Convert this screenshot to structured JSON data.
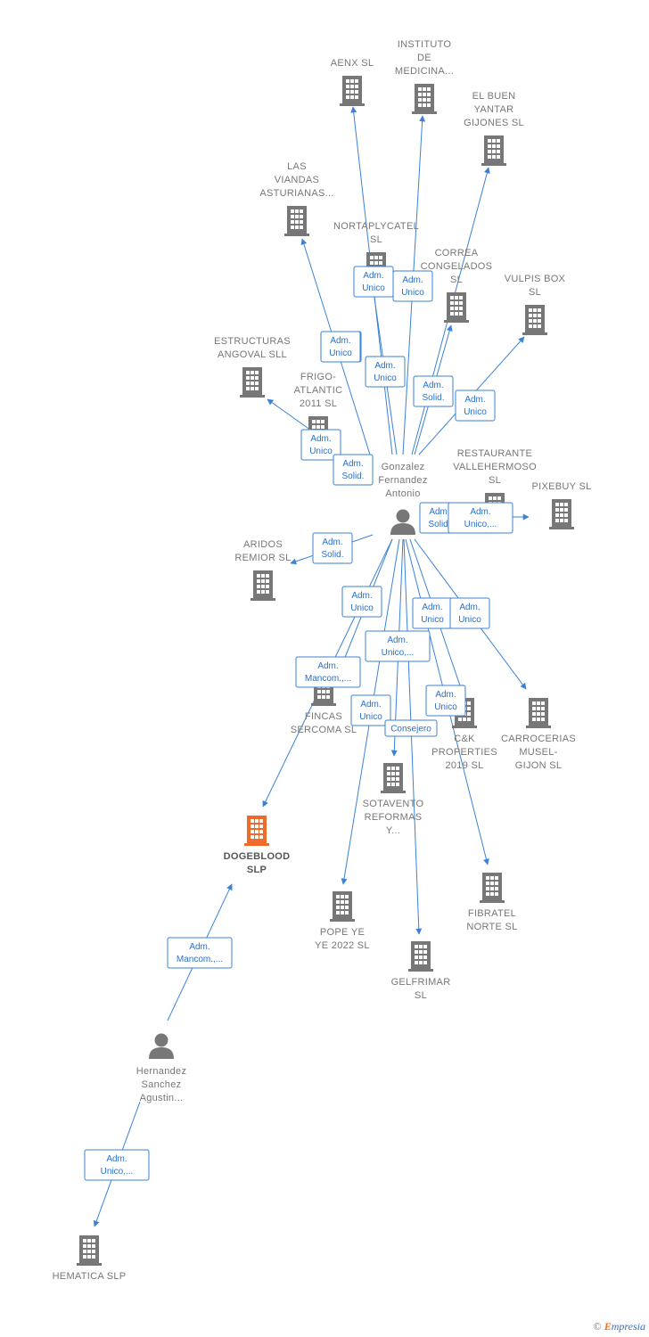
{
  "colors": {
    "edge": "#3b82d6",
    "company": "#777777",
    "highlight": "#f06a2a",
    "person": "#777777"
  },
  "footer": {
    "copyright": "©",
    "brand_e": "E",
    "brand": "mpresia"
  },
  "nodes": [
    {
      "id": "aenx",
      "type": "company",
      "label": [
        "AENX  SL"
      ]
    },
    {
      "id": "instituto",
      "type": "company",
      "label": [
        "INSTITUTO",
        "DE",
        "MEDICINA..."
      ]
    },
    {
      "id": "buenyantar",
      "type": "company",
      "label": [
        "EL BUEN",
        "YANTAR",
        "GIJONES  SL"
      ]
    },
    {
      "id": "viandas",
      "type": "company",
      "label": [
        "LAS",
        "VIANDAS",
        "ASTURIANAS..."
      ]
    },
    {
      "id": "nortaply",
      "type": "company",
      "label": [
        "NORTAPLYCATEL",
        "SL"
      ]
    },
    {
      "id": "correa",
      "type": "company",
      "label": [
        "CORREA",
        "CONGELADOS",
        "SL"
      ]
    },
    {
      "id": "vulpis",
      "type": "company",
      "label": [
        "VULPIS BOX",
        "SL"
      ]
    },
    {
      "id": "estructuras",
      "type": "company",
      "label": [
        "ESTRUCTURAS",
        "ANGOVAL SLL"
      ]
    },
    {
      "id": "frigo",
      "type": "company",
      "label": [
        "FRIGO-",
        "ATLANTIC",
        "2011 SL"
      ]
    },
    {
      "id": "gonzalez",
      "type": "person",
      "label": [
        "Gonzalez",
        "Fernandez",
        "Antonio"
      ]
    },
    {
      "id": "restaurante",
      "type": "company",
      "label": [
        "RESTAURANTE",
        "VALLEHERMOSO",
        "SL"
      ]
    },
    {
      "id": "pixebuy",
      "type": "company",
      "label": [
        "PIXEBUY  SL"
      ]
    },
    {
      "id": "aridos",
      "type": "company",
      "label": [
        "ARIDOS",
        "REMIOR  SL"
      ]
    },
    {
      "id": "fincas",
      "type": "company",
      "label": [
        "FINCAS",
        "SERCOMA  SL"
      ]
    },
    {
      "id": "ck",
      "type": "company",
      "label": [
        "C&K",
        "PROPERTIES",
        "2019  SL"
      ]
    },
    {
      "id": "carrocerias",
      "type": "company",
      "label": [
        "CARROCERIAS",
        "MUSEL-",
        "GIJON SL"
      ]
    },
    {
      "id": "sotavento",
      "type": "company",
      "label": [
        "SOTAVENTO",
        "REFORMAS",
        "Y..."
      ]
    },
    {
      "id": "dogeblood",
      "type": "highlight",
      "label": [
        "DOGEBLOOD",
        "SLP"
      ]
    },
    {
      "id": "popeye",
      "type": "company",
      "label": [
        "POPE YE",
        "YE 2022  SL"
      ]
    },
    {
      "id": "fibratel",
      "type": "company",
      "label": [
        "FIBRATEL",
        "NORTE  SL"
      ]
    },
    {
      "id": "gelfrimar",
      "type": "company",
      "label": [
        "GELFRIMAR",
        "SL"
      ]
    },
    {
      "id": "hernandez",
      "type": "person",
      "label": [
        "Hernandez",
        "Sanchez",
        "Agustin..."
      ]
    },
    {
      "id": "hematica",
      "type": "company",
      "label": [
        "HEMATICA SLP"
      ]
    }
  ],
  "edges": [
    {
      "from": "gonzalez",
      "to": "aenx",
      "label": [
        "Adm.",
        "Unico"
      ]
    },
    {
      "from": "gonzalez",
      "to": "instituto",
      "label": [
        "Adm.",
        "Unico"
      ]
    },
    {
      "from": "gonzalez",
      "to": "buenyantar",
      "label": [
        "Adm.",
        "Unico"
      ]
    },
    {
      "from": "gonzalez",
      "to": "viandas",
      "label": [
        "Adm.",
        "Unico"
      ]
    },
    {
      "from": "gonzalez",
      "to": "nortaply",
      "label": [
        "Adm.",
        "Unico"
      ]
    },
    {
      "from": "gonzalez",
      "to": "correa",
      "label": [
        "Adm.",
        "Solid."
      ]
    },
    {
      "from": "gonzalez",
      "to": "vulpis",
      "label": [
        "Adm.",
        "Unico"
      ]
    },
    {
      "from": "gonzalez",
      "to": "estructuras",
      "label": [
        "Adm.",
        "Unico"
      ]
    },
    {
      "from": "gonzalez",
      "to": "frigo",
      "label": [
        "Adm.",
        "Solid."
      ]
    },
    {
      "from": "gonzalez",
      "to": "restaurante",
      "label": [
        "Adm.",
        "Solid."
      ]
    },
    {
      "from": "gonzalez",
      "to": "pixebuy",
      "label": [
        "Adm.",
        "Unico,..."
      ]
    },
    {
      "from": "gonzalez",
      "to": "aridos",
      "label": [
        "Adm.",
        "Solid."
      ]
    },
    {
      "from": "gonzalez",
      "to": "fincas",
      "label": [
        "Adm.",
        "Unico"
      ]
    },
    {
      "from": "gonzalez",
      "to": "ck",
      "label": [
        "Adm.",
        "Unico"
      ]
    },
    {
      "from": "gonzalez",
      "to": "carrocerias",
      "label": [
        "Adm.",
        "Unico"
      ]
    },
    {
      "from": "gonzalez",
      "to": "sotavento",
      "label": [
        "Adm.",
        "Unico,..."
      ]
    },
    {
      "from": "gonzalez",
      "to": "dogeblood",
      "label": [
        "Adm.",
        "Mancom.,..."
      ]
    },
    {
      "from": "gonzalez",
      "to": "popeye",
      "label": [
        "Adm.",
        "Unico"
      ]
    },
    {
      "from": "gonzalez",
      "to": "gelfrimar",
      "label": [
        "Consejero"
      ]
    },
    {
      "from": "gonzalez",
      "to": "fibratel",
      "label": [
        "Adm.",
        "Unico"
      ]
    },
    {
      "from": "hernandez",
      "to": "dogeblood",
      "label": [
        "Adm.",
        "Mancom.,..."
      ]
    },
    {
      "from": "hernandez",
      "to": "hematica",
      "label": [
        "Adm.",
        "Unico,..."
      ]
    }
  ]
}
